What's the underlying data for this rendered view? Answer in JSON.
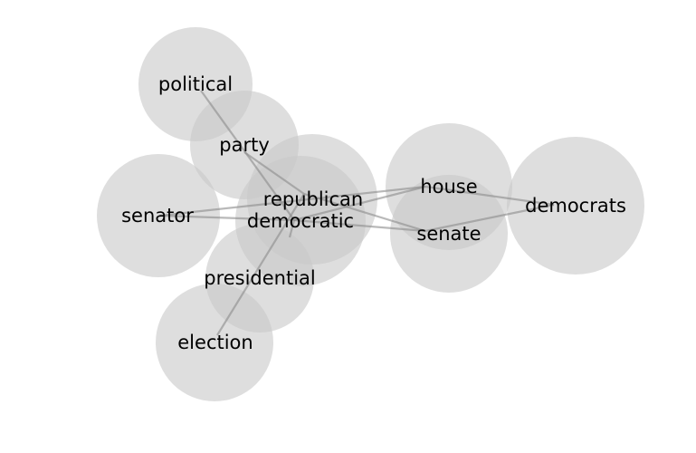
{
  "diagram": {
    "type": "word-network",
    "colors": {
      "node": "#c8c8c8",
      "edge": "#8a8a8a",
      "label": "#000000"
    },
    "nodes": [
      {
        "id": "political",
        "label": "political"
      },
      {
        "id": "party",
        "label": "party"
      },
      {
        "id": "senator",
        "label": "senator"
      },
      {
        "id": "republican",
        "label": "republican"
      },
      {
        "id": "democratic",
        "label": "democratic"
      },
      {
        "id": "presidential",
        "label": "presidential"
      },
      {
        "id": "election",
        "label": "election"
      },
      {
        "id": "house",
        "label": "house"
      },
      {
        "id": "senate",
        "label": "senate"
      },
      {
        "id": "democrats",
        "label": "democrats"
      }
    ],
    "edges": [
      {
        "source": "political",
        "target": "democratic"
      },
      {
        "source": "party",
        "target": "republican"
      },
      {
        "source": "senator",
        "target": "democratic"
      },
      {
        "source": "senator",
        "target": "house"
      },
      {
        "source": "republican",
        "target": "senate"
      },
      {
        "source": "republican",
        "target": "election"
      },
      {
        "source": "democratic",
        "target": "house"
      },
      {
        "source": "democratic",
        "target": "senate"
      },
      {
        "source": "democratic",
        "target": "presidential"
      },
      {
        "source": "house",
        "target": "democrats"
      },
      {
        "source": "senate",
        "target": "democrats"
      }
    ]
  }
}
